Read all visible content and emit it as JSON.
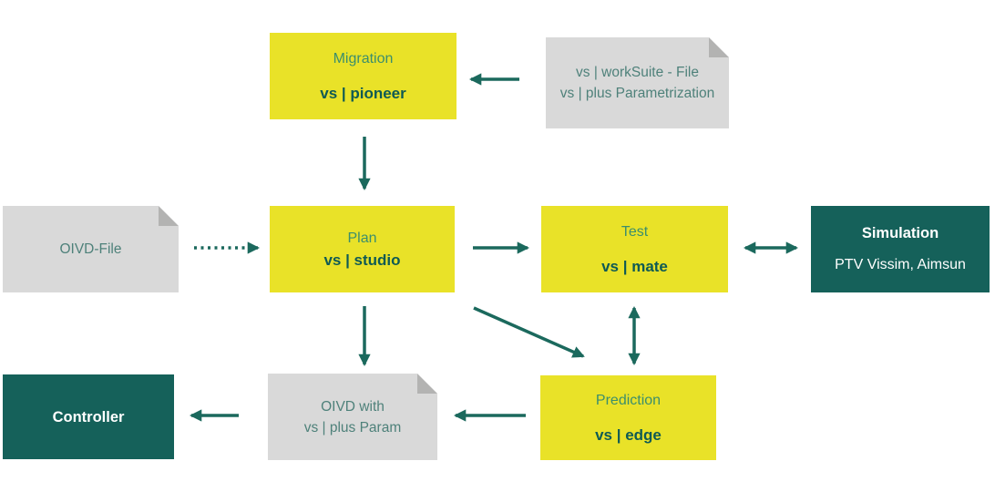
{
  "colors": {
    "yellow_box": "#e9e228",
    "teal_box": "#15615a",
    "gray_doc_box": "#d9d9d9",
    "doc_fold": "#b3b3b2",
    "arrow": "#1b695d",
    "heading_text": "#3c8e6c",
    "product_text": "#0f5a54",
    "doc_text": "#4e817a",
    "teal_box_text": "#ffffff"
  },
  "nodes": {
    "migration": {
      "title": "Migration",
      "product": "vs | pioneer"
    },
    "worksuite_file": {
      "line1": "vs | workSuite - File",
      "line2": "vs | plus Parametrization"
    },
    "oivd_file": {
      "label": "OIVD-File"
    },
    "plan": {
      "title": "Plan",
      "product": "vs | studio"
    },
    "test": {
      "title": "Test",
      "product": "vs | mate"
    },
    "simulation": {
      "title": "Simulation",
      "subtitle": "PTV Vissim, Aimsun"
    },
    "controller": {
      "label": "Controller"
    },
    "oivd_param": {
      "line1": "OIVD with",
      "line2": "vs | plus Param"
    },
    "prediction": {
      "title": "Prediction",
      "product": "vs | edge"
    }
  },
  "edges": [
    {
      "from": "worksuite_file",
      "to": "migration",
      "style": "solid",
      "direction": "one-way"
    },
    {
      "from": "migration",
      "to": "plan",
      "style": "solid",
      "direction": "one-way"
    },
    {
      "from": "oivd_file",
      "to": "plan",
      "style": "dotted",
      "direction": "one-way"
    },
    {
      "from": "plan",
      "to": "test",
      "style": "solid",
      "direction": "one-way"
    },
    {
      "from": "test",
      "to": "simulation",
      "style": "solid",
      "direction": "two-way"
    },
    {
      "from": "plan",
      "to": "oivd_param",
      "style": "solid",
      "direction": "one-way"
    },
    {
      "from": "plan",
      "to": "prediction",
      "style": "solid",
      "direction": "one-way"
    },
    {
      "from": "test",
      "to": "prediction",
      "style": "solid",
      "direction": "two-way"
    },
    {
      "from": "prediction",
      "to": "oivd_param",
      "style": "solid",
      "direction": "one-way"
    },
    {
      "from": "oivd_param",
      "to": "controller",
      "style": "solid",
      "direction": "one-way"
    }
  ]
}
